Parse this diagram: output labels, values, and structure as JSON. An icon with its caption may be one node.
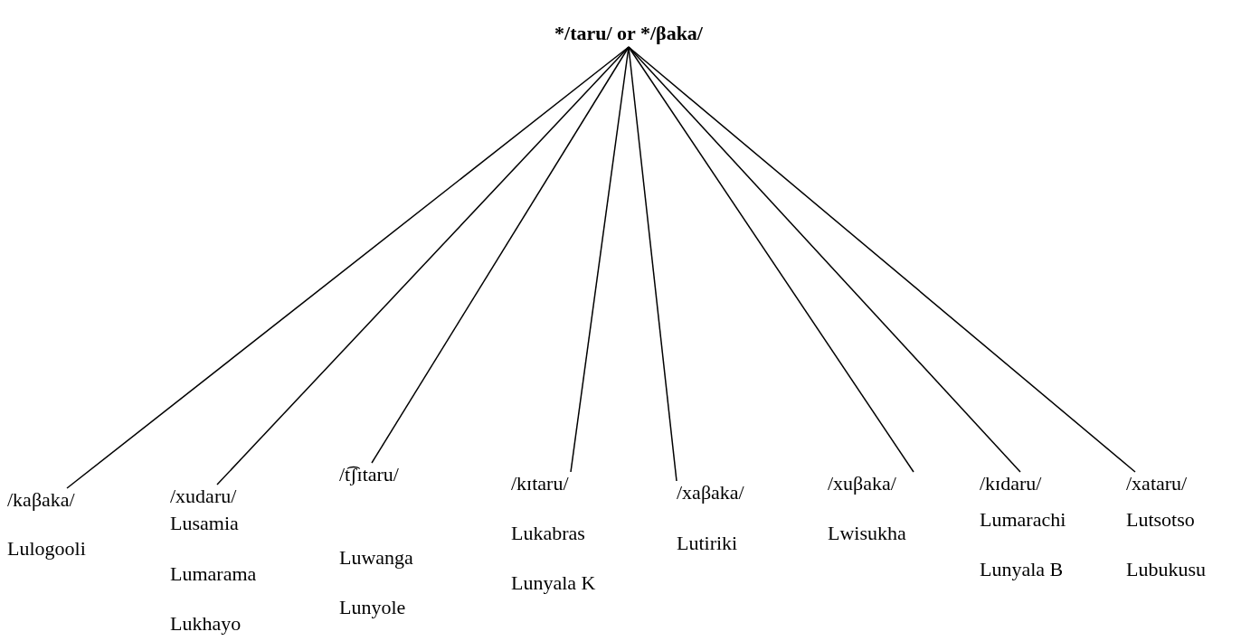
{
  "diagram": {
    "nodes": [
      {
        "text": [
          "*/taru/ or */βaka/"
        ]
      },
      {
        "text": [
          "/kaβaka/",
          "Lulogooli"
        ]
      },
      {
        "text": [
          "/xudaru/",
          "Lusamia",
          "Lumarama",
          "Lukhayo"
        ]
      },
      {
        "text": [
          "/t͡ʃɪtaru/",
          "Luwanga",
          "Lunyole"
        ]
      },
      {
        "text": [
          "/kɪtaru/",
          "Lukabras",
          "Lunyala K"
        ]
      },
      {
        "text": [
          "/xaβaka/",
          "Lutiriki"
        ]
      },
      {
        "text": [
          "/xuβaka/",
          "Lwisukha"
        ]
      },
      {
        "text": [
          "/kɪdaru/",
          "Lumarachi",
          "Lunyala B"
        ]
      },
      {
        "text": [
          "/xataru/",
          "Lutsotso",
          "Lubukusu"
        ]
      }
    ],
    "edges": [
      {
        "from": 0,
        "to": 1,
        "arrow": "none"
      },
      {
        "from": 0,
        "to": 2,
        "arrow": "none"
      },
      {
        "from": 0,
        "to": 3,
        "arrow": "none"
      },
      {
        "from": 0,
        "to": 4,
        "arrow": "none"
      },
      {
        "from": 0,
        "to": 5,
        "arrow": "none"
      },
      {
        "from": 0,
        "to": 6,
        "arrow": "none"
      },
      {
        "from": 0,
        "to": 7,
        "arrow": "none"
      },
      {
        "from": 0,
        "to": 8,
        "arrow": "none"
      }
    ]
  }
}
